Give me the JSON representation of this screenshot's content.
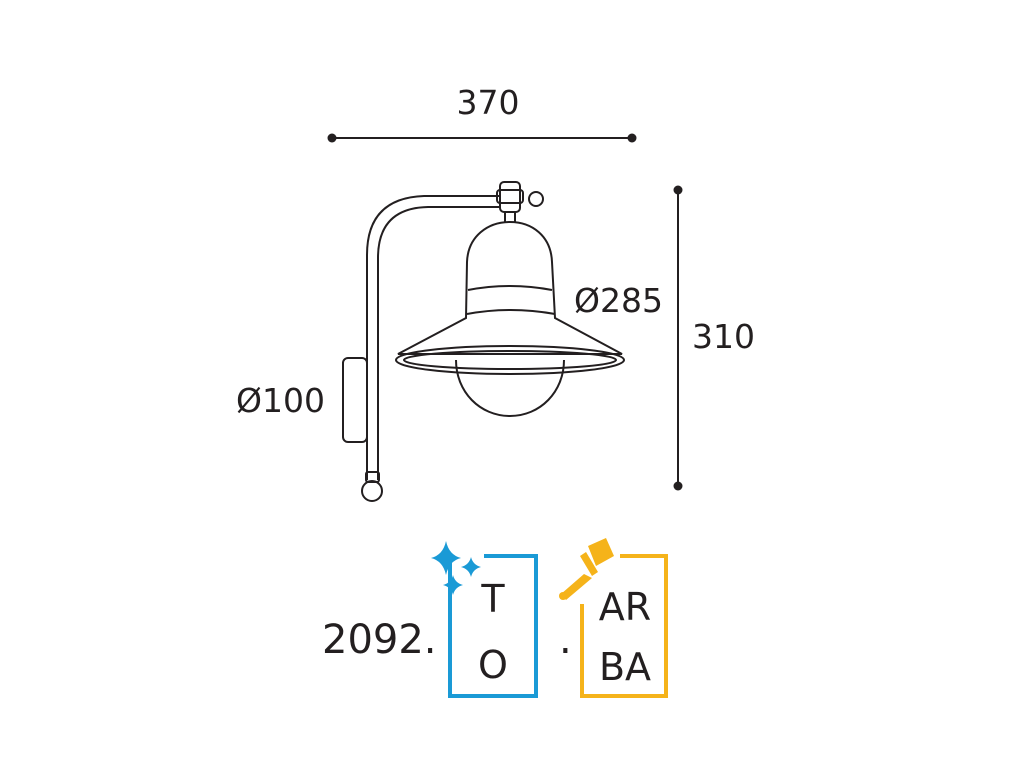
{
  "drawing": {
    "width_label": "370",
    "height_label": "310",
    "shade_diameter_label": "Ø285",
    "base_diameter_label": "Ø100"
  },
  "product_code": {
    "prefix": "2092.",
    "separator": ".",
    "finish_box": {
      "line1": "T",
      "line2": "O",
      "icon": "sparkle-icon",
      "color": "#1a9ad6"
    },
    "paint_box": {
      "line1": "AR",
      "line2": "BA",
      "icon": "paint-brush-icon",
      "color": "#f5b31a"
    }
  },
  "line_color": "#231f20"
}
